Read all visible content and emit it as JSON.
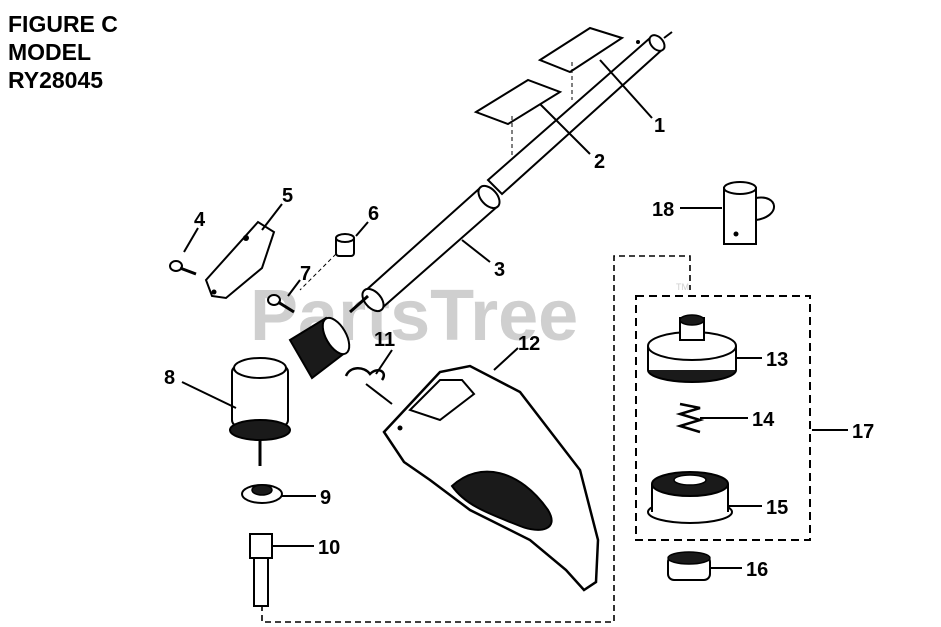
{
  "figure": {
    "title_lines": [
      "FIGURE C",
      "MODEL",
      "RY28045"
    ]
  },
  "watermark": {
    "text": "PartsTree",
    "trademark": "TM",
    "color": "#cfcfcf"
  },
  "callouts": [
    "1",
    "2",
    "3",
    "4",
    "5",
    "6",
    "7",
    "8",
    "9",
    "10",
    "11",
    "12",
    "13",
    "14",
    "15",
    "16",
    "17",
    "18"
  ],
  "colors": {
    "line": "#000000",
    "background": "#ffffff",
    "part_fill": "#ffffff",
    "dark_part": "#1a1a1a"
  }
}
